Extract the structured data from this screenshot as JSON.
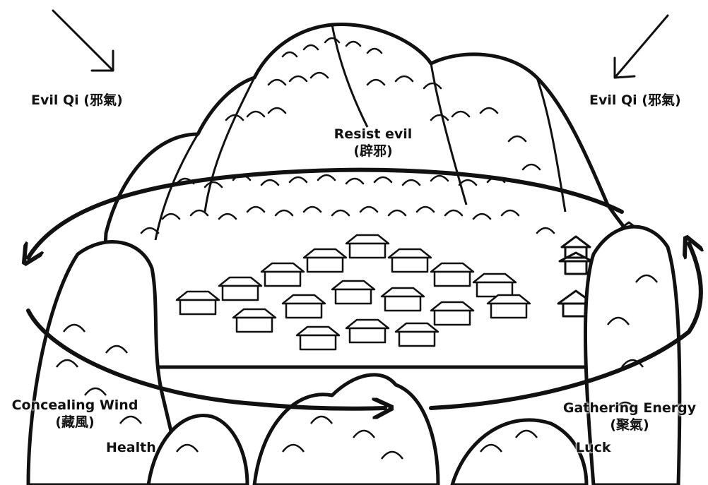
{
  "labels": {
    "evil_qi_left": "Evil Qi (邪氣)",
    "evil_qi_right": "Evil Qi (邪氣)",
    "resist_evil": "Resist evil",
    "resist_evil_cn": "(辟邪)",
    "concealing_wind": "Concealing Wind",
    "concealing_wind_cn": "(藏風)",
    "health": "Health",
    "gathering_energy": "Gathering Energy",
    "gathering_energy_cn": "(聚氣)",
    "luck": "Luck"
  },
  "colors": {
    "ink": "#111111",
    "background": "#ffffff"
  }
}
